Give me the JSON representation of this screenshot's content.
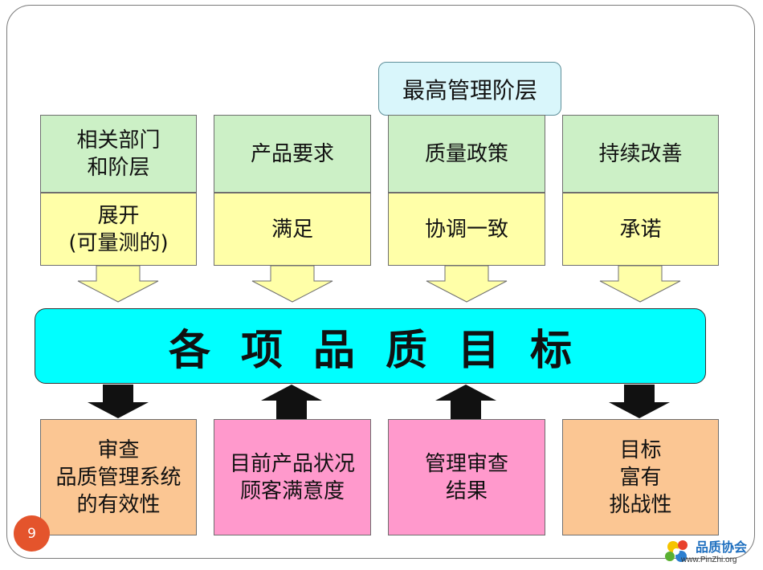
{
  "slide": {
    "page_number": "9",
    "top_management": "最高管理阶层",
    "top_row": [
      "相关部门\n和阶层",
      "产品要求",
      "质量政策",
      "持续改善"
    ],
    "second_row": [
      "展开\n(可量测的)",
      "满足",
      "协调一致",
      "承诺"
    ],
    "center_band": "各项品质目标",
    "bottom_row": [
      "审查\n品质管理系统\n的有效性",
      "目前产品状况\n顾客满意度",
      "管理审查\n结果",
      "目标\n富有\n挑战性"
    ],
    "colors": {
      "top_row": "#ccf0c6",
      "second_row": "#ffffa8",
      "band": "#00ffff",
      "bottom_orange": "#fbc693",
      "bottom_pink": "#ff99cc",
      "management": "#d9f6fb",
      "page_badge": "#e4542c"
    }
  },
  "watermark": {
    "title": "品质协会",
    "url": "www.PinZhi.org",
    "icon": "flower-logo-icon"
  }
}
